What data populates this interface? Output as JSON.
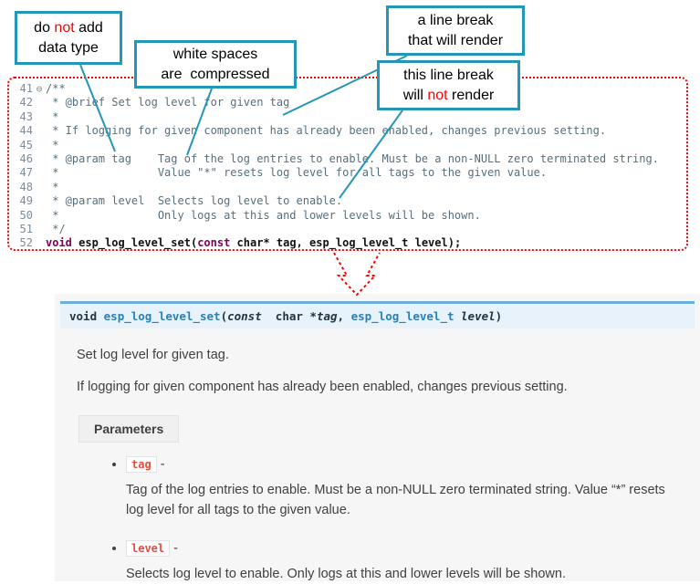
{
  "callouts": {
    "box1": {
      "l1a": "do ",
      "l1b": "not",
      "l1c": " add",
      "l2": "data type"
    },
    "box2": {
      "l1": "white spaces",
      "l2": "are  compressed"
    },
    "box3": {
      "l1": "a line break",
      "l2": "that will render"
    },
    "box4": {
      "l1": "this line break",
      "l2a": "will ",
      "l2b": "not",
      "l2c": " render"
    }
  },
  "code": {
    "lines": [
      {
        "num": "41",
        "fold": "⊖",
        "text": "/**"
      },
      {
        "num": "42",
        "fold": "",
        "text": " * @brief Set log level for given tag"
      },
      {
        "num": "43",
        "fold": "",
        "text": " *"
      },
      {
        "num": "44",
        "fold": "",
        "text": " * If logging for given component has already been enabled, changes previous setting."
      },
      {
        "num": "45",
        "fold": "",
        "text": " *"
      },
      {
        "num": "46",
        "fold": "",
        "text": " * @param tag    Tag of the log entries to enable. Must be a non-NULL zero terminated string."
      },
      {
        "num": "47",
        "fold": "",
        "text": " *               Value \"*\" resets log level for all tags to the given value."
      },
      {
        "num": "48",
        "fold": "",
        "text": " *"
      },
      {
        "num": "49",
        "fold": "",
        "text": " * @param level  Selects log level to enable."
      },
      {
        "num": "50",
        "fold": "",
        "text": " *               Only logs at this and lower levels will be shown."
      },
      {
        "num": "51",
        "fold": "",
        "text": " */"
      },
      {
        "num": "52",
        "fold": "",
        "kw1": "void",
        "t1": " esp_log_level_set(",
        "kw2": "const",
        "t2": " char* tag, esp_log_level_t level);"
      }
    ]
  },
  "doc": {
    "signature": {
      "kw_void": "void ",
      "name": "esp_log_level_set",
      "open": "(",
      "kw_const": "const",
      "type1": "  char *",
      "param1": "tag",
      "comma": ", ",
      "type2": "esp_log_level_t",
      "space": " ",
      "param2": "level",
      "close": ")"
    },
    "p1": "Set log level for given tag.",
    "p2": "If logging for given component has already been enabled, changes previous setting.",
    "params_label": "Parameters",
    "items": [
      {
        "code": "tag",
        "dash": " -",
        "desc": "Tag of the log entries to enable. Must be a non-NULL zero terminated string. Value “*” resets log level for all tags to the given value."
      },
      {
        "code": "level",
        "dash": " -",
        "desc": "Selects log level to enable. Only logs at this and lower levels will be shown."
      }
    ]
  },
  "colors": {
    "callout_border": "#2496b8",
    "annotation_red": "#ff0000",
    "keyword_purple": "#7f0055",
    "comment_gray_blue": "#586e7c",
    "sig_accent": "#6ab0de",
    "sig_bg": "#e7f2fa",
    "param_chip_red": "#e74c3c"
  }
}
